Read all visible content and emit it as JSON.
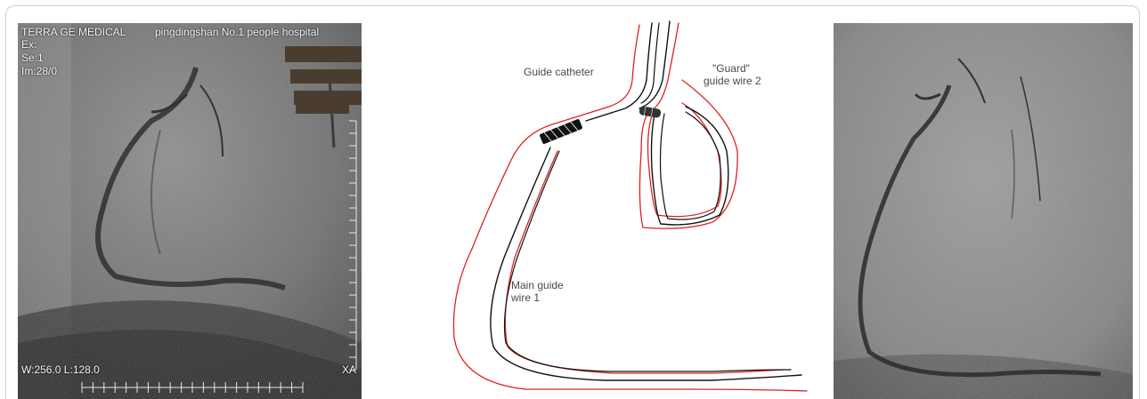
{
  "left_image": {
    "header": "TERRA GE MEDICAL",
    "hospital": "pingdingshan No.1 people hospital",
    "line2": "Ex:",
    "line3": "Se:1",
    "line4": "Im:28/0",
    "window": "W:256.0 L:128.0",
    "modality": "XA"
  },
  "diagram": {
    "guide_catheter_label": "Guide catheter",
    "guard_wire_label_line1": "\"Guard\"",
    "guard_wire_label_line2": "guide wire 2",
    "main_wire_label_line1": "Main guide",
    "main_wire_label_line2": "wire 1",
    "outline_color": "#e02020",
    "wire_color": "#111111"
  },
  "right_image": {}
}
